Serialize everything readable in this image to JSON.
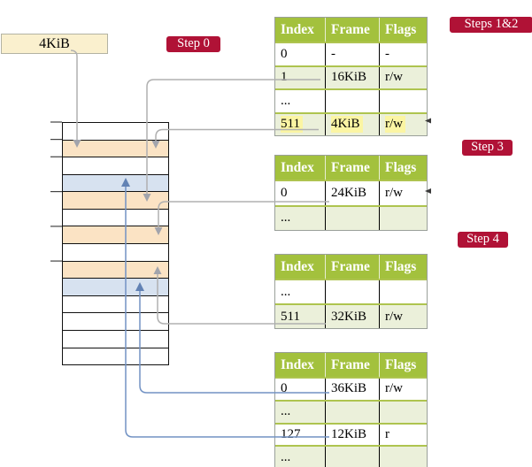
{
  "frame_box": {
    "label": "4KiB"
  },
  "badges": {
    "step0": "Step 0",
    "steps12": "Steps 1&2",
    "step3": "Step 3",
    "step4": "Step 4"
  },
  "memory": {
    "rows": [
      {
        "color": "white"
      },
      {
        "color": "orange"
      },
      {
        "color": "white"
      },
      {
        "color": "blue"
      },
      {
        "color": "orange"
      },
      {
        "color": "white"
      },
      {
        "color": "orange"
      },
      {
        "color": "white"
      },
      {
        "color": "orange"
      },
      {
        "color": "blue"
      },
      {
        "color": "white"
      },
      {
        "color": "white"
      },
      {
        "color": "white"
      },
      {
        "color": "white"
      }
    ]
  },
  "tables": {
    "columns": [
      "Index",
      "Frame",
      "Flags"
    ],
    "t1": {
      "rows": [
        {
          "cells": [
            "0",
            "-",
            "-"
          ]
        },
        {
          "cells": [
            "1",
            "16KiB",
            "r/w"
          ],
          "shade": true
        },
        {
          "cells": [
            "...",
            "",
            ""
          ]
        },
        {
          "cells": [
            "511",
            "4KiB",
            "r/w"
          ],
          "shade": true,
          "hl": true
        }
      ]
    },
    "t2": {
      "rows": [
        {
          "cells": [
            "0",
            "24KiB",
            "r/w"
          ]
        },
        {
          "cells": [
            "...",
            "",
            ""
          ],
          "shade": true
        }
      ]
    },
    "t3": {
      "rows": [
        {
          "cells": [
            "...",
            "",
            ""
          ]
        },
        {
          "cells": [
            "511",
            "32KiB",
            "r/w"
          ],
          "shade": true
        }
      ]
    },
    "t4": {
      "rows": [
        {
          "cells": [
            "0",
            "36KiB",
            "r/w"
          ]
        },
        {
          "cells": [
            "...",
            "",
            ""
          ],
          "shade": true
        },
        {
          "cells": [
            "127",
            "12KiB",
            "r"
          ]
        },
        {
          "cells": [
            "...",
            "",
            ""
          ],
          "shade": true
        }
      ]
    }
  },
  "colors": {
    "header_green": "#a3c13d",
    "row_green": "#ebf0da",
    "highlight_yellow": "#fbf5a3",
    "frame_orange": "#fbe3c4",
    "frame_blue": "#d7e2f0",
    "badge_red": "#b01236",
    "connector_gray": "#b0b0b0",
    "connector_blue": "#7292c4",
    "box_cream": "#faf0ce"
  }
}
